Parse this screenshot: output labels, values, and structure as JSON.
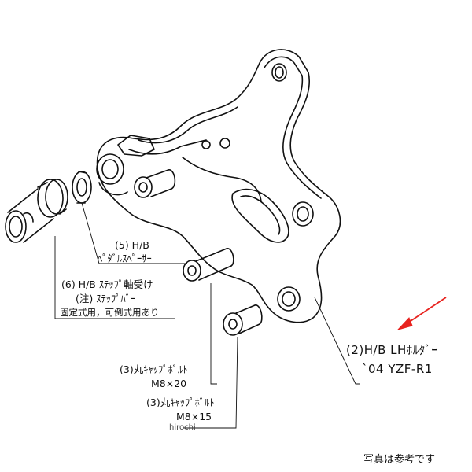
{
  "labels": {
    "spacer_line1": "(5)  H/B",
    "spacer_line2": "ﾍﾟﾀﾞﾙｽﾍﾟｰｻｰ",
    "step_line1": "(6)  H/B  ｽﾃｯﾌﾟ軸受け",
    "step_line2": "(注)  ｽﾃｯﾌﾟﾊﾞｰ",
    "step_line3": "固定式用，可倒式用あり",
    "bolt20_line1": "(3)丸ｷｬｯﾌﾟﾎﾞﾙﾄ",
    "bolt20_line2": "M8×20",
    "bolt15_line1": "(3)丸ｷｬｯﾌﾟﾎﾞﾙﾄ",
    "bolt15_line2": "M8×15",
    "holder_line1": "(2)H/B  LHﾎﾙﾀﾞｰ",
    "holder_line2": "`04  YZF-R1"
  },
  "watermark": "hirochi",
  "footer_note": "写真は参考です",
  "colors": {
    "line": "#111111",
    "arrow": "#e8231f",
    "background": "#ffffff"
  },
  "icons": {
    "pointer": "red-arrow-icon"
  }
}
